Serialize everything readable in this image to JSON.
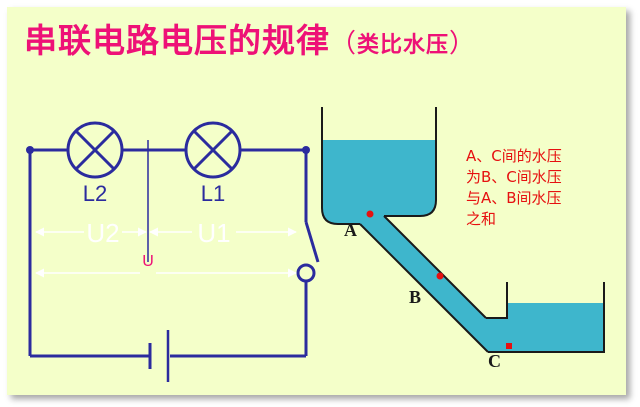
{
  "title": {
    "main": "串联电路电压的规律",
    "paren_open": "（",
    "sub": "类比水压",
    "paren_close": "）"
  },
  "circuit": {
    "lamp_left_label": "L2",
    "lamp_right_label": "L1",
    "voltage_left_label": "U2",
    "voltage_right_label": "U1",
    "voltage_total_label": "U"
  },
  "water_model": {
    "point_a": "A",
    "point_b": "B",
    "point_c": "C",
    "note_lines": [
      "A、C间的水压",
      "为B、C间水压",
      "与A、B间水压",
      "之和"
    ]
  },
  "colors": {
    "title": "#ee1177",
    "wire": "#2b2b9e",
    "label": "#1f3fb0",
    "water": "#3eb6cc",
    "note": "#e61010",
    "background": "#f4ffc9"
  }
}
